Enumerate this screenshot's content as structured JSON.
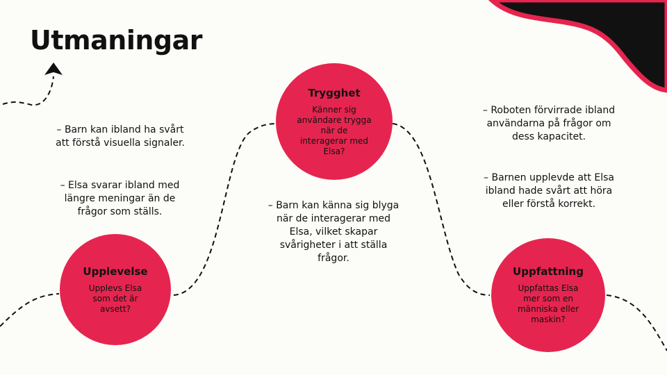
{
  "title": "Utmaningar",
  "colors": {
    "accent": "#e5254f",
    "dark": "#111111",
    "background": "#fcfdf8"
  },
  "circles": [
    {
      "title": "Upplevelse",
      "question": "Upplevs Elsa som det är avsett?"
    },
    {
      "title": "Trygghet",
      "question": "Känner sig användare trygga när de interagerar med Elsa?"
    },
    {
      "title": "Uppfattning",
      "question": "Uppfattas Elsa mer som en människa eller maskin?"
    }
  ],
  "notes": {
    "left": [
      "Barn kan ibland ha svårt att förstå visuella signaler.",
      "Elsa svarar ibland med längre meningar än de frågor som ställs."
    ],
    "middle": [
      "Barn kan känna sig blyga när de interagerar med Elsa, vilket skapar svårigheter i att ställa frågor."
    ],
    "right": [
      "Roboten förvirrade ibland användarna på frågor om dess kapacitet.",
      "Barnen upplevde att Elsa ibland hade svårt att höra eller förstå korrekt."
    ]
  }
}
